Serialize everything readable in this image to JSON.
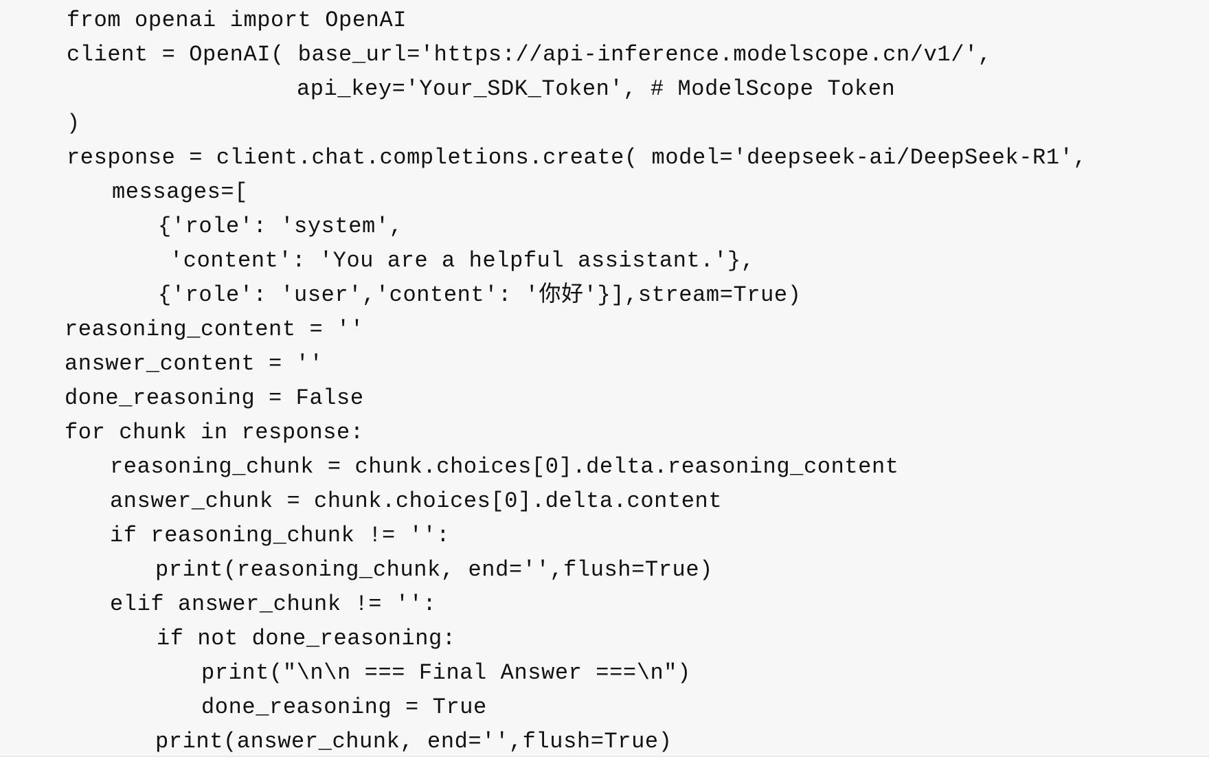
{
  "code": {
    "lines": [
      "from openai import OpenAI",
      "client = OpenAI( base_url='https://api-inference.modelscope.cn/v1/',",
      "api_key='Your_SDK_Token', # ModelScope Token",
      ")",
      "response = client.chat.completions.create( model='deepseek-ai/DeepSeek-R1',",
      "messages=[",
      "{'role': 'system',",
      "'content': 'You are a helpful assistant.'},",
      "{'role': 'user','content': '你好'}],stream=True)",
      "reasoning_content = ''",
      "answer_content = ''",
      "done_reasoning = False",
      "for chunk in response:",
      "reasoning_chunk = chunk.choices[0].delta.reasoning_content",
      "answer_chunk = chunk.choices[0].delta.content",
      "if reasoning_chunk != '':",
      "print(reasoning_chunk, end='',flush=True)",
      "elif answer_chunk != '':",
      "if not done_reasoning:",
      "print(\"\\n\\n === Final Answer ===\\n\")",
      "done_reasoning = True",
      "print(answer_chunk, end='',flush=True)"
    ]
  }
}
